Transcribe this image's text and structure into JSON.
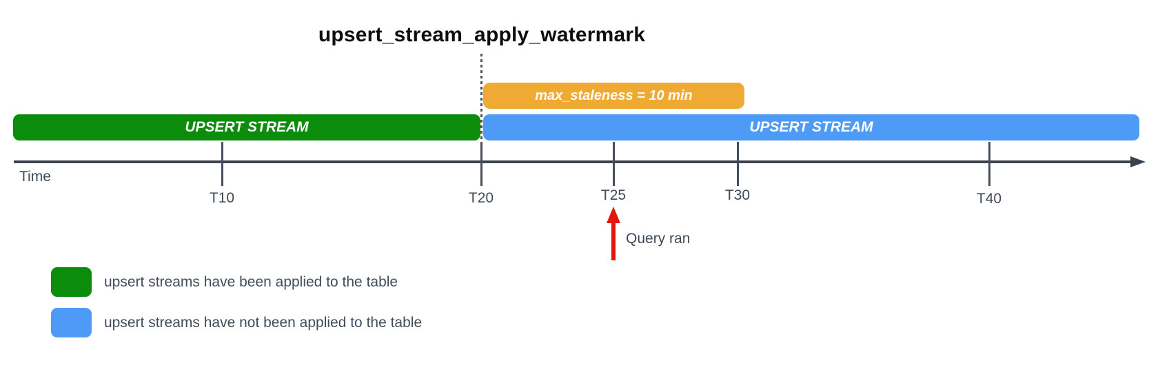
{
  "title": "upsert_stream_apply_watermark",
  "bars": {
    "applied": {
      "label": "UPSERT STREAM",
      "color": "#0b8c0b"
    },
    "not_applied": {
      "label": "UPSERT STREAM",
      "color": "#4d9bf6"
    },
    "staleness": {
      "label": "max_staleness = 10 min",
      "color": "#efaa34"
    }
  },
  "timeline": {
    "axis_label": "Time",
    "axis_color": "#39424e",
    "ticks": [
      {
        "label": "T10"
      },
      {
        "label": "T20"
      },
      {
        "label": "T25"
      },
      {
        "label": "T30"
      },
      {
        "label": "T40"
      }
    ]
  },
  "annotation": {
    "label": "Query ran",
    "arrow_color": "#e81410"
  },
  "legend": [
    {
      "swatch_color": "#0b8c0b",
      "label": "upsert streams have been applied to the table"
    },
    {
      "swatch_color": "#4d9bf6",
      "label": "upsert streams have not been applied to the table"
    }
  ]
}
